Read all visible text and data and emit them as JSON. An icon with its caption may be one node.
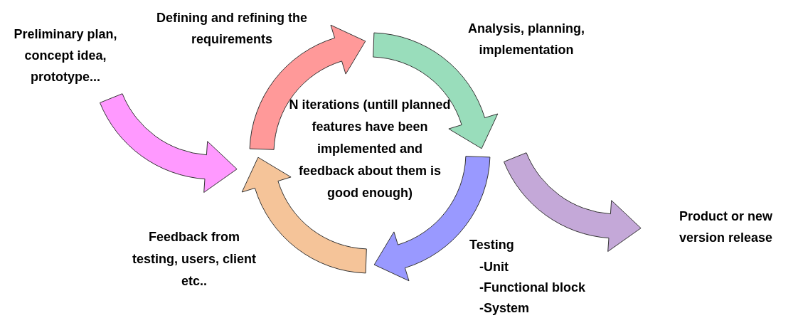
{
  "diagram": {
    "labels": [
      "Defining and refining the requirements",
      "Preliminary plan, concept idea, prototype...",
      "Analysis, planning, implementation",
      "N iterations (untill planned features have been implemented and feedback about them is good enough)",
      "Product or new version release",
      "Feedback from testing, users, client etc..",
      "Testing",
      "-Unit",
      "-Functional block",
      "-System"
    ]
  }
}
